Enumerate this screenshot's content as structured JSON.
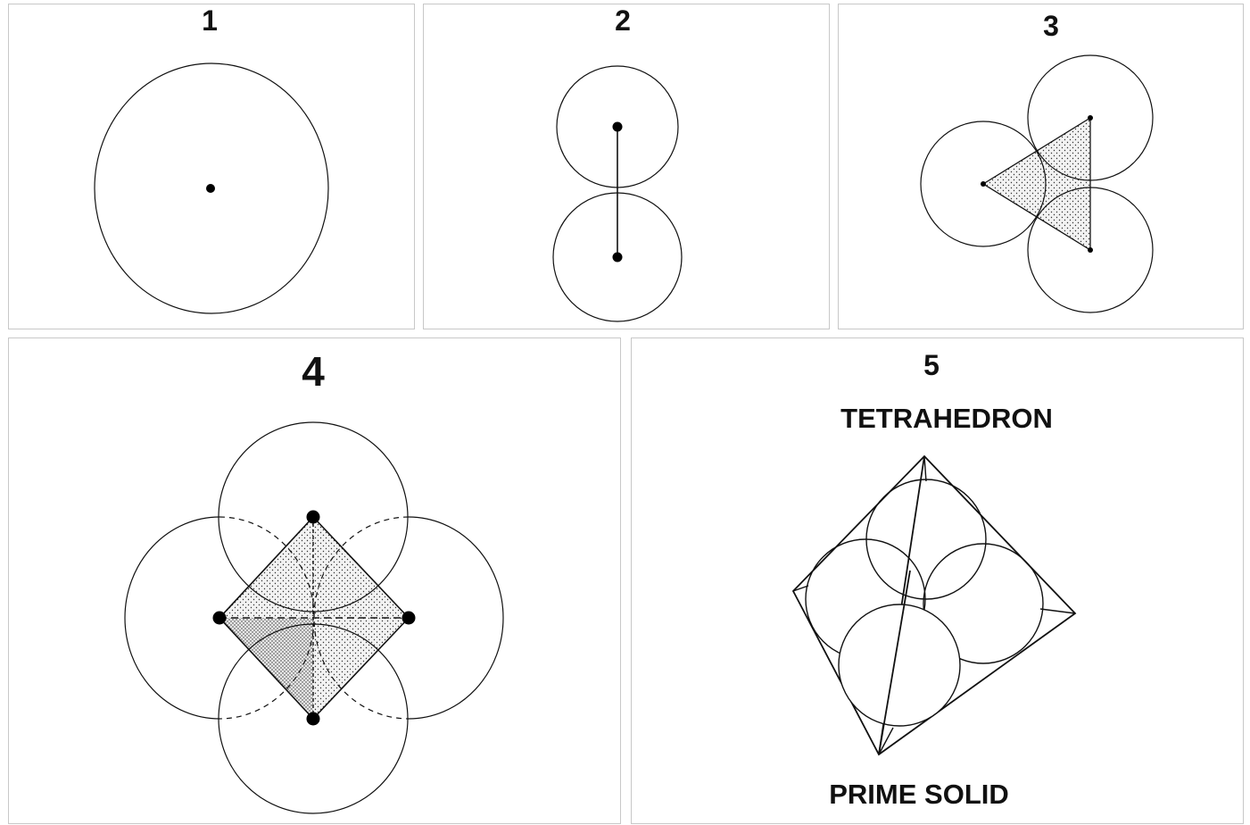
{
  "panels": [
    {
      "number": "1"
    },
    {
      "number": "2"
    },
    {
      "number": "3"
    },
    {
      "number": "4"
    },
    {
      "number": "5",
      "title": "TETRAHEDRON",
      "caption": "PRIME SOLID"
    }
  ],
  "colors": {
    "stroke": "#111111",
    "dot": "#000000",
    "border": "#c8c8c8",
    "stipple": "#333333"
  }
}
